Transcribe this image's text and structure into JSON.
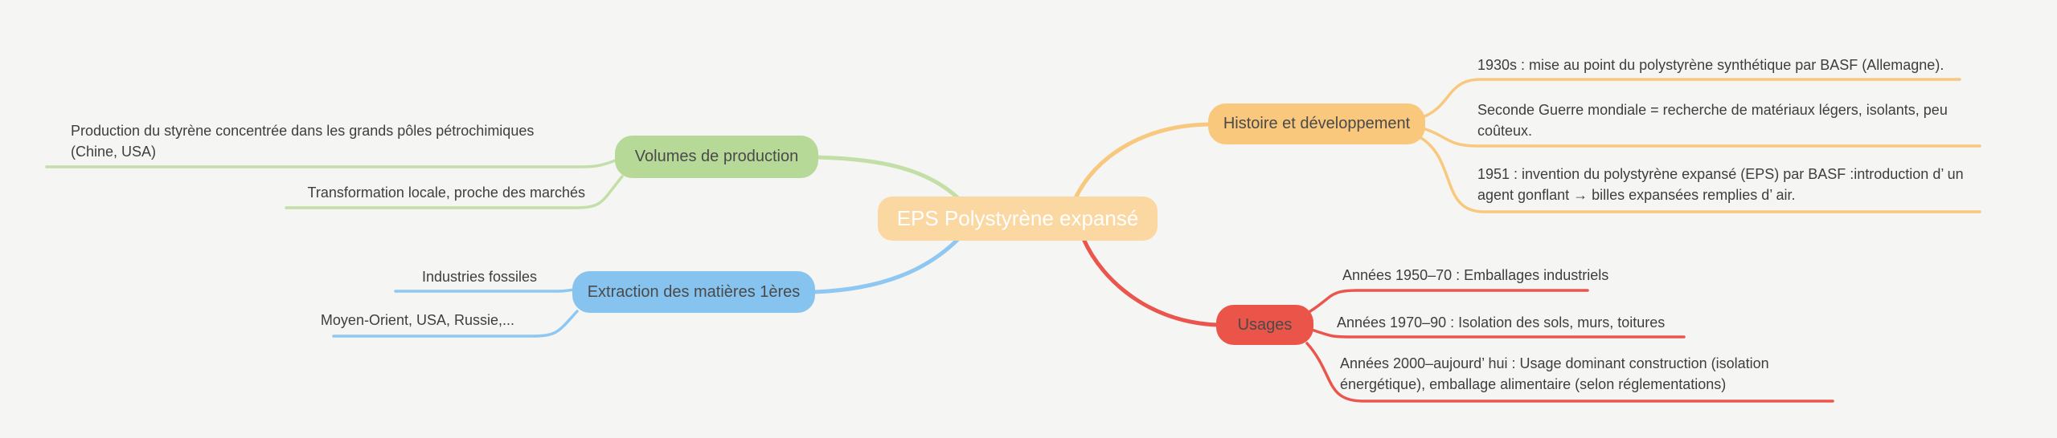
{
  "diagram_type": "mind-map",
  "colors": {
    "background": "#f5f5f3",
    "root_fill": "#fbd7a2",
    "root_text": "#ffffff",
    "volumes_fill": "#b7d998",
    "volumes_line": "#c3dfa8",
    "extraction_fill": "#87c3ef",
    "extraction_line": "#8ec7f1",
    "histoire_fill": "#f9c87c",
    "histoire_line": "#f8c87e",
    "usages_fill": "#eb5449",
    "usages_line": "#ea564d",
    "topic_text": "#4a4a4a",
    "leaf_text": "#3e3e3e"
  },
  "root": {
    "label": "EPS Polystyrène expansé",
    "fill": "#fbd7a2"
  },
  "branches": [
    {
      "label": "Volumes de production",
      "side": "left",
      "fill": "#b7d998",
      "line_color": "#c3dfa8",
      "leaves": [
        {
          "text": "Production du styrène concentrée dans les grands pôles pétrochimiques (Chine, USA)"
        },
        {
          "text": "Transformation locale, proche des marchés"
        }
      ]
    },
    {
      "label": "Extraction des matières 1ères",
      "side": "left",
      "fill": "#87c3ef",
      "line_color": "#8ec7f1",
      "leaves": [
        {
          "text": "Industries fossiles"
        },
        {
          "text": "Moyen-Orient, USA, Russie,..."
        }
      ]
    },
    {
      "label": "Histoire et développement",
      "side": "right",
      "fill": "#f9c87c",
      "line_color": "#f8c87e",
      "leaves": [
        {
          "text": "1930s : mise au point du polystyrène synthétique par BASF (Allemagne)."
        },
        {
          "text": "Seconde Guerre mondiale = recherche de matériaux légers, isolants, peu coûteux."
        },
        {
          "text": "1951 : invention du polystyrène expansé (EPS) par BASF :introduction d’ un agent gonflant → billes expansées remplies d’ air."
        }
      ]
    },
    {
      "label": "Usages",
      "side": "right",
      "fill": "#eb5449",
      "line_color": "#ea564d",
      "leaves": [
        {
          "text": "Années 1950–70 : Emballages industriels"
        },
        {
          "text": "Années 1970–90 : Isolation des sols, murs, toitures"
        },
        {
          "text": "Années 2000–aujourd’ hui : Usage dominant construction (isolation énergétique), emballage alimentaire (selon réglementations)"
        }
      ]
    }
  ]
}
